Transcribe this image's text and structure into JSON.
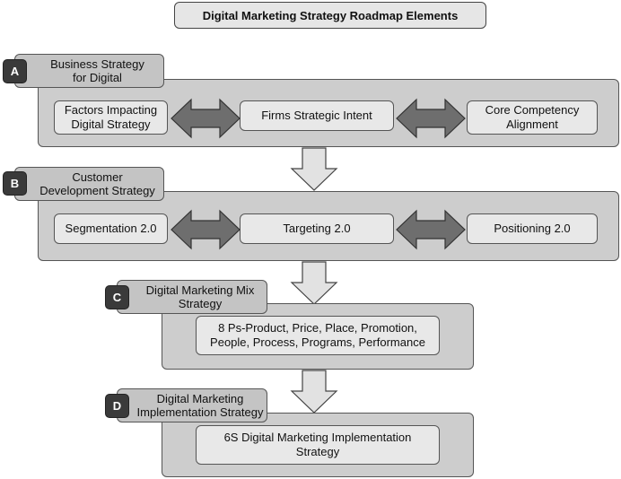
{
  "title": "Digital Marketing Strategy Roadmap Elements",
  "sections": [
    {
      "letter": "A",
      "label": "Business Strategy\nfor Digital",
      "items": [
        "Factors Impacting\nDigital Strategy",
        "Firms Strategic Intent",
        "Core Competency\nAlignment"
      ]
    },
    {
      "letter": "B",
      "label": "Customer\nDevelopment Strategy",
      "items": [
        "Segmentation 2.0",
        "Targeting 2.0",
        "Positioning 2.0"
      ]
    },
    {
      "letter": "C",
      "label": "Digital Marketing Mix\nStrategy",
      "items": [
        "8 Ps-Product, Price, Place, Promotion,\nPeople, Process, Programs, Performance"
      ]
    },
    {
      "letter": "D",
      "label": "Digital Marketing\nImplementation Strategy",
      "items": [
        "6S Digital Marketing Implementation\nStrategy"
      ]
    }
  ],
  "colors": {
    "panel": "#cdcdcd",
    "tab": "#c4c4c4",
    "badge": "#3a3a3a",
    "item": "#e8e8e8",
    "double_arrow": "#6e6e6e",
    "down_arrow": "#e2e2e2"
  }
}
